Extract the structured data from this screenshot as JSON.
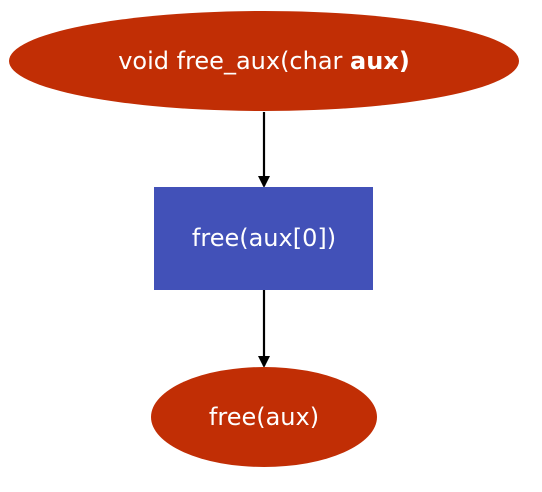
{
  "diagram": {
    "nodes": [
      {
        "id": "start",
        "shape": "ellipse",
        "fill": "#c12e05",
        "text": {
          "prefix": "void free_aux(char ",
          "bold": "aux",
          "suffix": ")"
        }
      },
      {
        "id": "free_aux0",
        "shape": "rectangle",
        "fill": "#4251b8",
        "text": "free(aux[0])"
      },
      {
        "id": "free_aux",
        "shape": "ellipse",
        "fill": "#c12e05",
        "text": "free(aux)"
      }
    ],
    "edges": [
      {
        "from": "start",
        "to": "free_aux0"
      },
      {
        "from": "free_aux0",
        "to": "free_aux"
      }
    ],
    "edge_color": "#000000"
  }
}
